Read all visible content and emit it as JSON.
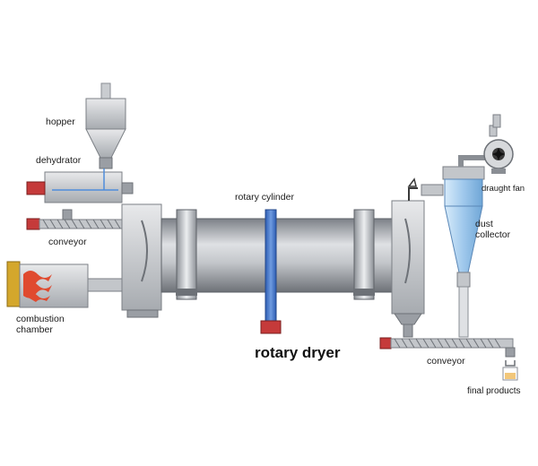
{
  "diagram": {
    "title": "rotary dryer",
    "labels": {
      "hopper": "hopper",
      "dehydrator": "dehydrator",
      "conveyor_left": "conveyor",
      "combustion_line1": "combustion",
      "combustion_line2": "chamber",
      "rotary_cylinder": "rotary cylinder",
      "draught_fan": "draught fan",
      "dust_line1": "dust",
      "dust_line2": "collector",
      "conveyor_right": "conveyor",
      "final_products": "final products"
    },
    "colors": {
      "steel": "#b9bcc1",
      "steel_dark": "#7b7f85",
      "blue_pipe": "#3e6fc4",
      "cyclone": "#9fc8ec",
      "motor_red": "#c53a3a",
      "flame": "#e04a2f",
      "gold_frame": "#d4a72c"
    }
  }
}
